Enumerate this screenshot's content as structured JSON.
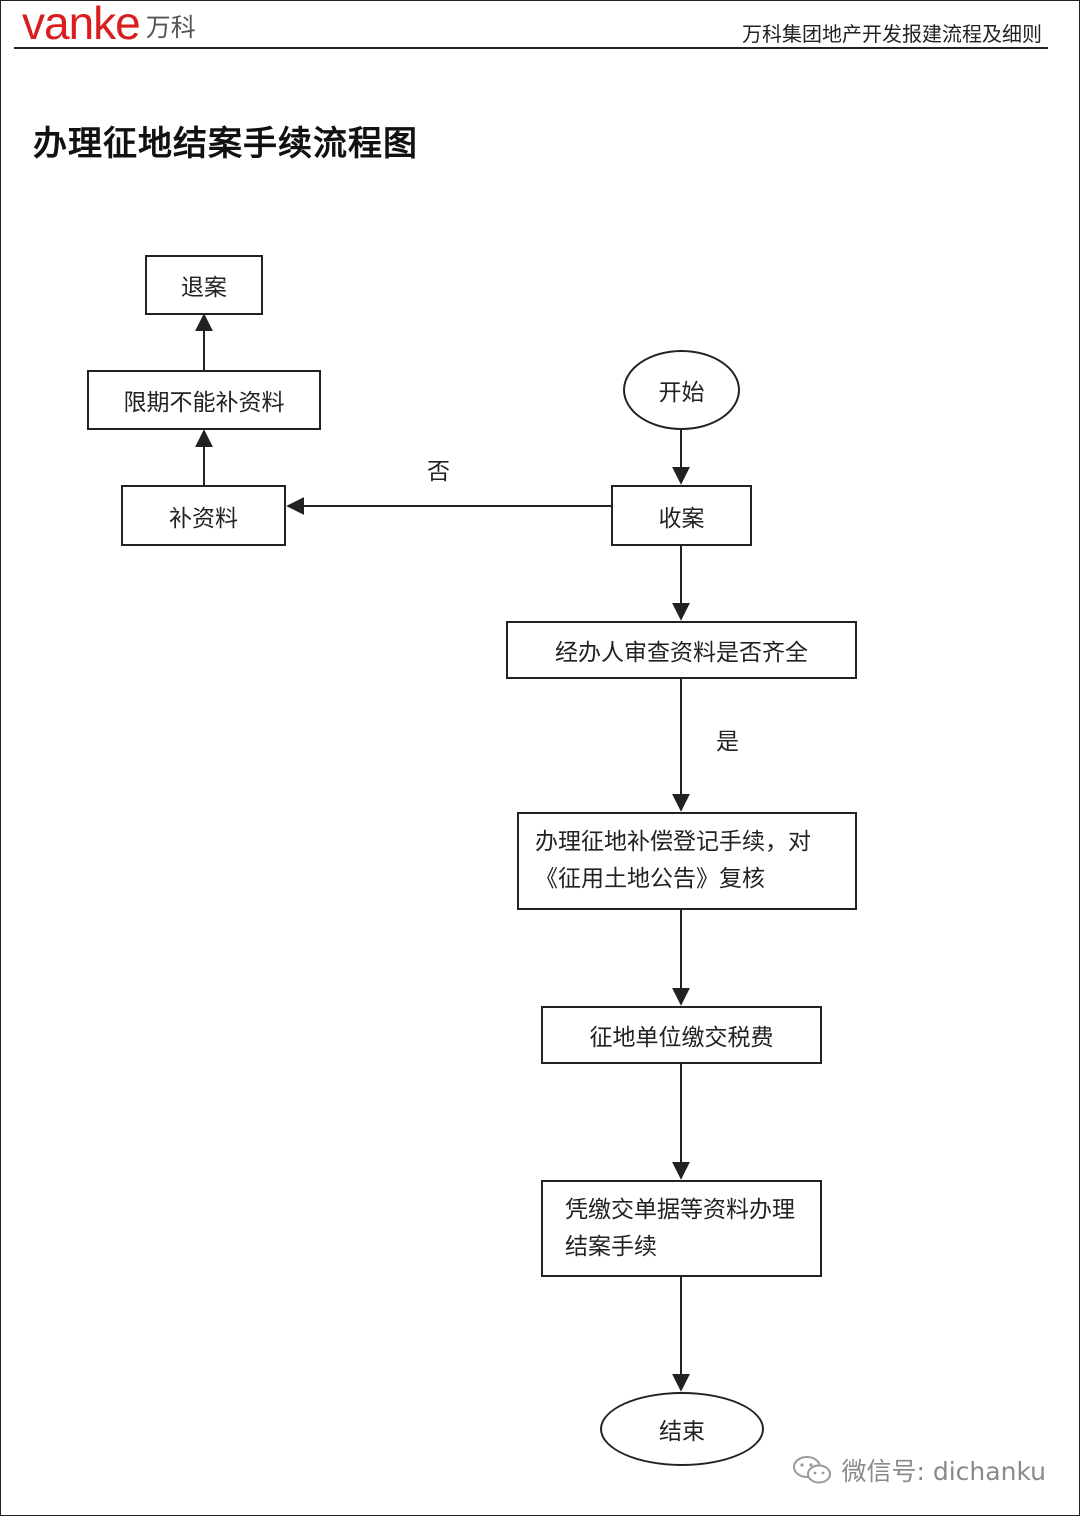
{
  "header": {
    "logo_word": "vanke",
    "logo_cn": "万科",
    "doc_title": "万科集团地产开发报建流程及细则"
  },
  "page_title": "办理征地结案手续流程图",
  "flowchart": {
    "nodes": {
      "start": "开始",
      "receive": "收案",
      "review": "经办人审查资料是否齐全",
      "register": "办理征地补偿登记手续，对《征用土地公告》复核",
      "pay_tax": "征地单位缴交税费",
      "close_case": "凭缴交单据等资料办理结案手续",
      "end": "结束",
      "supplement": "补资料",
      "deadline_fail": "限期不能补资料",
      "withdraw": "退案"
    },
    "edge_labels": {
      "no": "否",
      "yes": "是"
    }
  },
  "watermark": {
    "icon": "wechat-icon",
    "text": "微信号: dichanku"
  }
}
